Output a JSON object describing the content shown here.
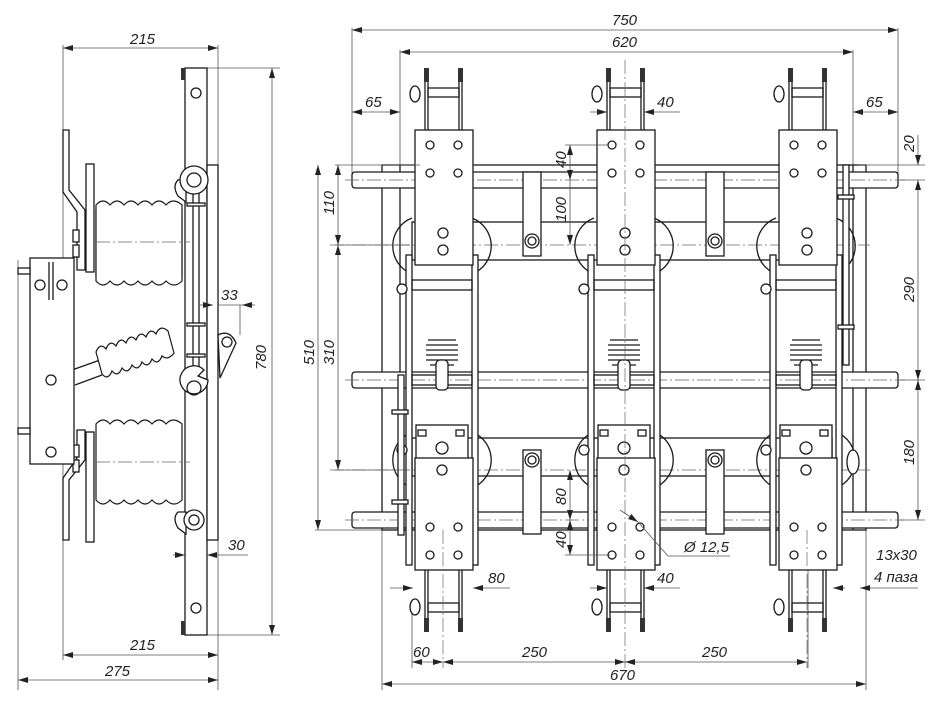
{
  "drawing": {
    "subject": "three-pole disconnector assembly drawing",
    "side_view": {
      "dims": {
        "top_width": "215",
        "bottom_width": "215",
        "overall_width": "275",
        "height": "780",
        "offset_33": "33",
        "bar_width": "30"
      }
    },
    "front_view": {
      "dims": {
        "overall_width": "750",
        "bus_width": "620",
        "left_overhang": "65",
        "right_overhang": "65",
        "hole_pitch_top": "40",
        "hole_vertical_top": "40",
        "top_offset_100": "100",
        "top_110": "110",
        "height_510": "510",
        "height_310": "310",
        "right_20": "20",
        "right_290": "290",
        "right_180": "180",
        "bottom_80": "80",
        "bottom_hole_vertical": "40",
        "hole_diameter": "Ø 12,5",
        "bottom_hole_pitch": "40",
        "plate_width_80": "80",
        "slot_size": "13x30",
        "slot_count": "4 паза",
        "base_left_60": "60",
        "pole_spacing_1": "250",
        "pole_spacing_2": "250",
        "base_width": "670"
      }
    }
  }
}
